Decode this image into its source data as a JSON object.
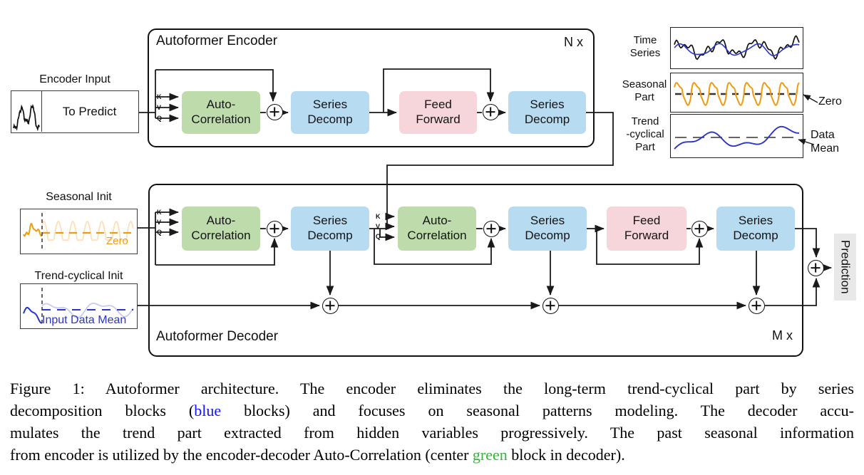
{
  "colors": {
    "block_green": "#bedcab",
    "block_blue": "#b7dbf1",
    "block_pink": "#f6d6da",
    "accent_orange": "#ef9b0f",
    "accent_blue": "#2a35c9",
    "pale_orange": "rgba(239,155,15,0.30)",
    "pale_blue": "rgba(70,80,210,0.30)",
    "caption_blue": "#1414ff",
    "caption_green": "#35b43a",
    "prediction_bg": "#e8e8e8",
    "line": "#1a1a1a"
  },
  "encoder": {
    "title": "Autoformer Encoder",
    "repeat_label": "N x",
    "input_label": "Encoder Input",
    "input_text": "To Predict",
    "kvq": {
      "k": "K",
      "v": "V",
      "q": "Q"
    },
    "blocks": [
      {
        "label": "Auto-\nCorrelation"
      },
      {
        "label": "Series\nDecomp"
      },
      {
        "label": "Feed\nForward"
      },
      {
        "label": "Series\nDecomp"
      }
    ]
  },
  "decoder": {
    "title": "Autoformer Decoder",
    "repeat_label": "M x",
    "seasonal_init_label": "Seasonal Init",
    "seasonal_init_annotation": "Zero",
    "trend_init_label": "Trend-cyclical Init",
    "trend_init_annotation": "Input Data Mean",
    "kvq": {
      "k": "K",
      "v": "V",
      "q": "Q"
    },
    "blocks": [
      {
        "label": "Auto-\nCorrelation"
      },
      {
        "label": "Series\nDecomp"
      },
      {
        "label": "Auto-\nCorrelation"
      },
      {
        "label": "Series\nDecomp"
      },
      {
        "label": "Feed\nForward"
      },
      {
        "label": "Series\nDecomp"
      }
    ],
    "output_label": "Prediction"
  },
  "decomposition_plots": {
    "time_series_label": "Time\nSeries",
    "seasonal_label": "Seasonal\nPart",
    "seasonal_annotation": "Zero",
    "trend_label": "Trend\n-cyclical\nPart",
    "trend_annotation": "Data\nMean"
  },
  "caption": {
    "l1": "Figure 1: Autoformer architecture. The encoder eliminates the long-term trend-cyclical part by series",
    "l2a": "decomposition blocks (",
    "l2b": "blue",
    "l2c": " blocks) and focuses on seasonal patterns modeling. The decoder accu-",
    "l3": "mulates the trend part extracted from hidden variables progressively. The past seasonal information",
    "l4a": "from encoder is utilized by the encoder-decoder Auto-Correlation (center ",
    "l4b": "green",
    "l4c": " block in decoder)."
  }
}
